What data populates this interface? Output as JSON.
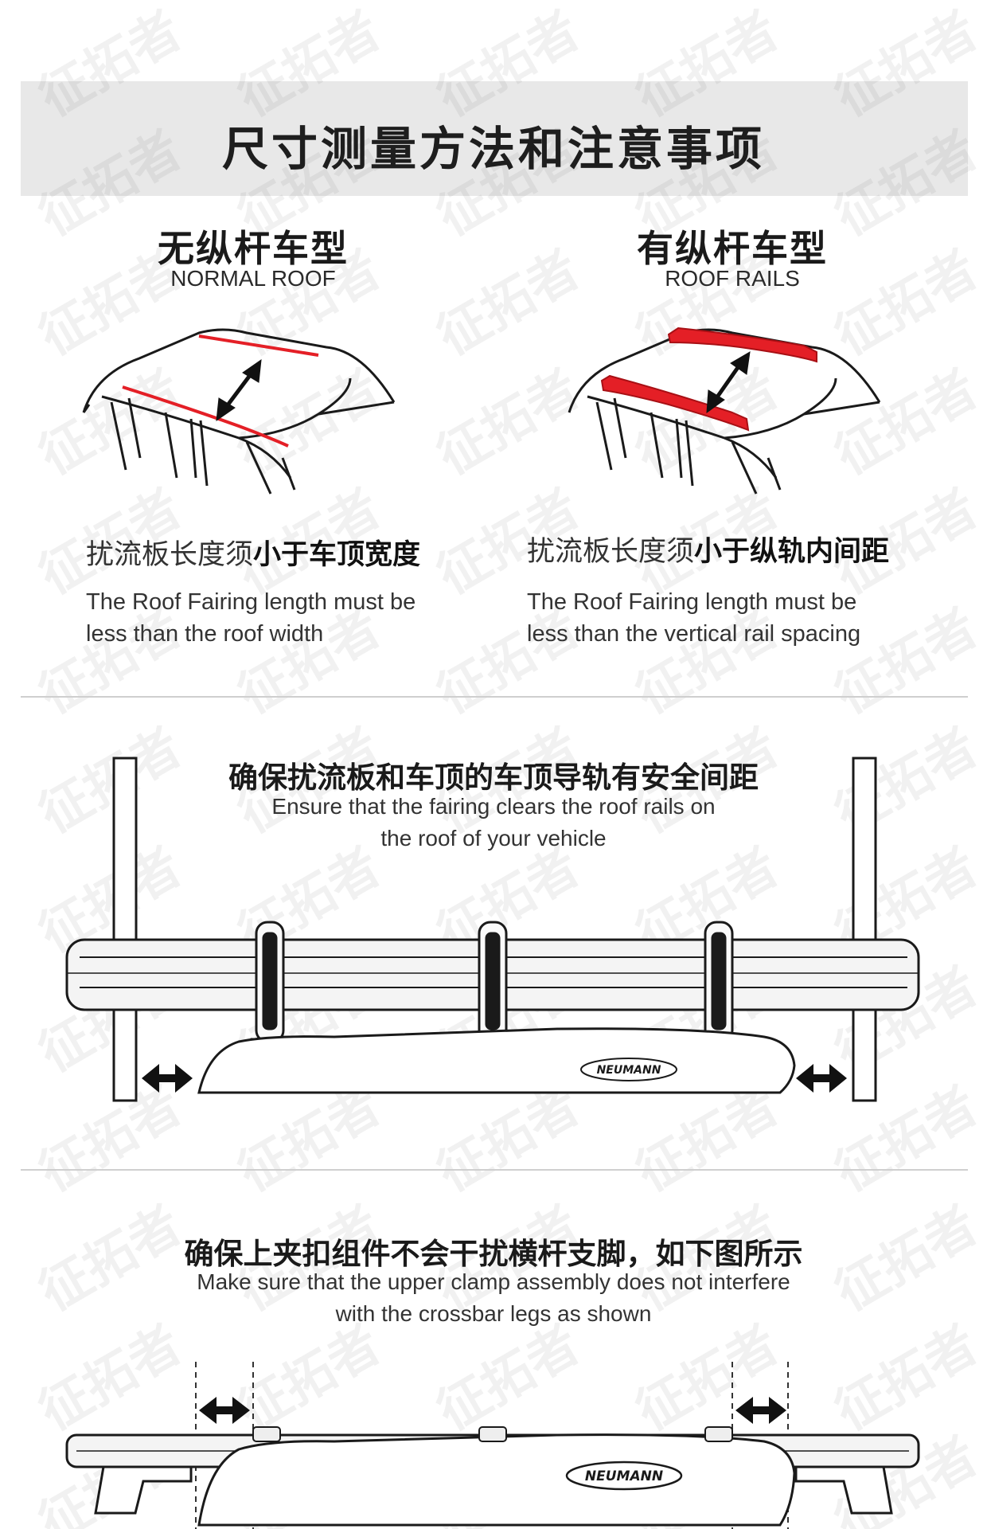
{
  "watermark": "征拓者",
  "header": {
    "title": "尺寸测量方法和注意事项"
  },
  "roof_types": [
    {
      "title": "无纵杆车型",
      "subtitle": "NORMAL ROOF",
      "note_cn_regular": "扰流板长度须",
      "note_cn_bold": "小于车顶宽度",
      "note_en_line1": "The Roof Fairing length must be",
      "note_en_line2": "less than the roof width"
    },
    {
      "title": "有纵杆车型",
      "subtitle": "ROOF RAILS",
      "note_cn_regular": "扰流板长度须",
      "note_cn_bold": "小于纵轨内间距",
      "note_en_line1": "The Roof Fairing length must be",
      "note_en_line2": "less than the vertical rail spacing"
    }
  ],
  "clearance_section": {
    "title_cn": "确保扰流板和车顶的车顶导轨有安全间距",
    "title_en_line1": "Ensure that the fairing clears the roof rails on",
    "title_en_line2": "the roof of your vehicle",
    "brand": "NEUMANN"
  },
  "clamp_section": {
    "title_cn": "确保上夹扣组件不会干扰横杆支脚，如下图所示",
    "title_en_line1": "Make sure that the upper clamp assembly does not interfere",
    "title_en_line2": "with the crossbar legs as shown",
    "brand": "NEUMANN"
  },
  "colors": {
    "accent_red": "#e41f26",
    "header_band": "#e8e8e8",
    "line": "#1a1a1a"
  }
}
